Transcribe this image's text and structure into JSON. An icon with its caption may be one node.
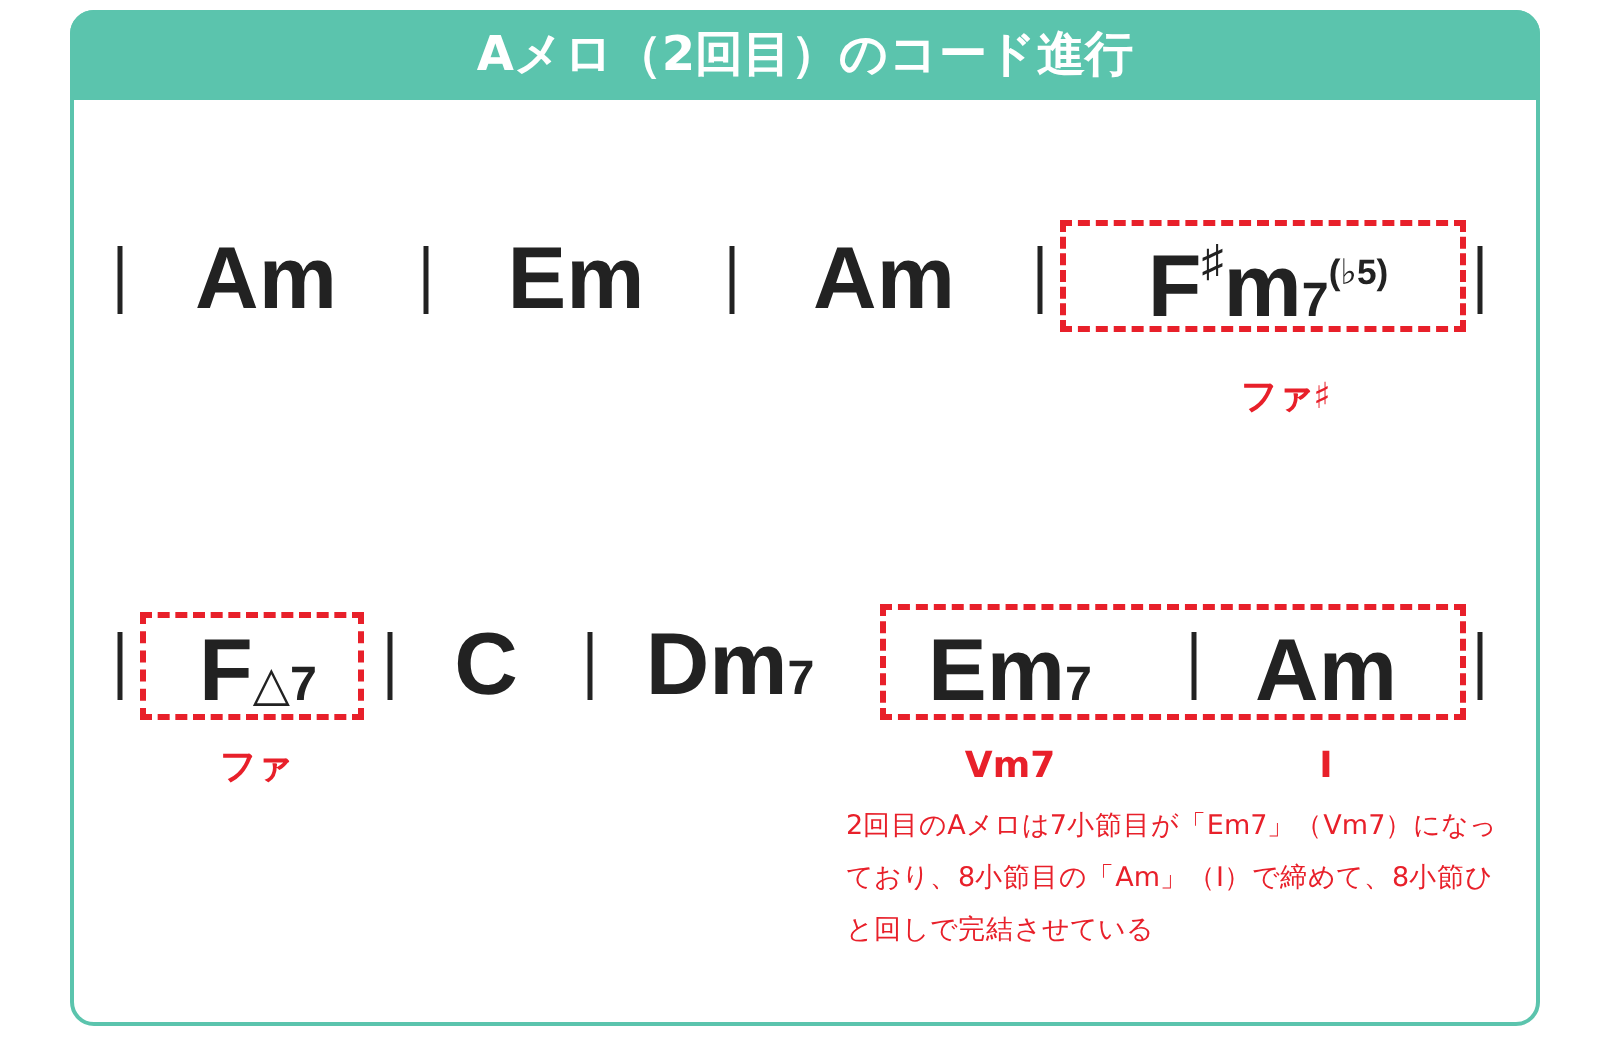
{
  "diagram": {
    "title": "Aメロ（2回目）のコード進行",
    "nodes": [
      {
        "text": [
          "F$^{♯}$m$_{7}$$^{(♭5)}$"
        ],
        "beside": [
          "ファ♯"
        ]
      },
      {
        "text": [
          "F$_{△7}$"
        ],
        "beside": [
          "ファ"
        ]
      },
      {
        "text": [
          "Em$_{7}$",
          "Am"
        ],
        "beside": [
          "Vm7",
          "I"
        ]
      }
    ],
    "edges": [],
    "labels": [
      "Am",
      "Em",
      "Am",
      "C",
      "Dm$_{7}$",
      "2回目のAメロは7小節目が「Em7」（Vm7）になっており、8小節目の「Am」（I）で締めて、8小節ひと回しで完結させている"
    ]
  }
}
